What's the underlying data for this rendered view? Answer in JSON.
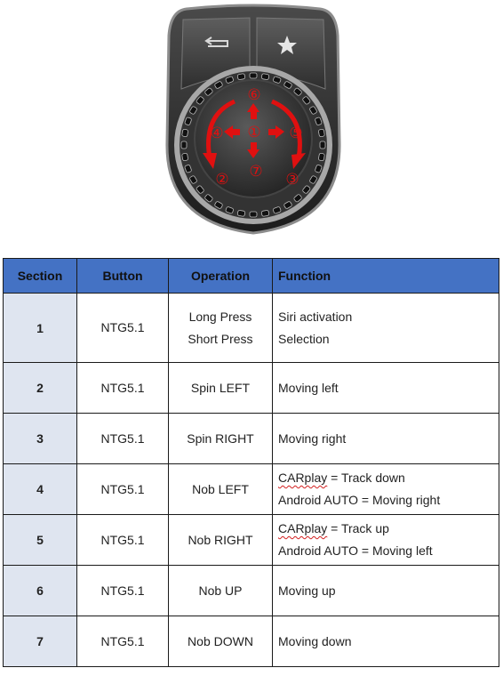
{
  "controller": {
    "back_button_icon": "back-arrow-icon",
    "favorite_button_icon": "star-icon",
    "labels": [
      "①",
      "②",
      "③",
      "④",
      "⑤",
      "⑥",
      "⑦"
    ],
    "colors": {
      "body": "#2b2b2b",
      "ring": "#9a9a9a",
      "arrows": "#e01010"
    }
  },
  "table": {
    "headers": [
      "Section",
      "Button",
      "Operation",
      "Function"
    ],
    "rows": [
      {
        "section": "1",
        "button": "NTG5.1",
        "operation": [
          "Long Press",
          "Short Press"
        ],
        "function": [
          [
            "Siri activation"
          ],
          [
            "Selection"
          ]
        ]
      },
      {
        "section": "2",
        "button": "NTG5.1",
        "operation": [
          "Spin LEFT"
        ],
        "function": [
          [
            "Moving left"
          ]
        ]
      },
      {
        "section": "3",
        "button": "NTG5.1",
        "operation": [
          "Spin RIGHT"
        ],
        "function": [
          [
            "Moving right"
          ]
        ]
      },
      {
        "section": "4",
        "button": "NTG5.1",
        "operation": [
          "Nob LEFT"
        ],
        "function": [
          [
            "CARplay",
            " = Track down"
          ],
          [
            "Android AUTO = Moving right"
          ]
        ]
      },
      {
        "section": "5",
        "button": "NTG5.1",
        "operation": [
          "Nob RIGHT"
        ],
        "function": [
          [
            "CARplay",
            " = Track up"
          ],
          [
            "Android AUTO = Moving left"
          ]
        ]
      },
      {
        "section": "6",
        "button": "NTG5.1",
        "operation": [
          "Nob UP"
        ],
        "function": [
          [
            "Moving up"
          ]
        ]
      },
      {
        "section": "7",
        "button": "NTG5.1",
        "operation": [
          "Nob DOWN"
        ],
        "function": [
          [
            "Moving down"
          ]
        ]
      }
    ],
    "colors": {
      "header_bg": "#4472c4",
      "section_bg": "#dfe5f0",
      "spell_underline": "#d21f1f"
    }
  }
}
